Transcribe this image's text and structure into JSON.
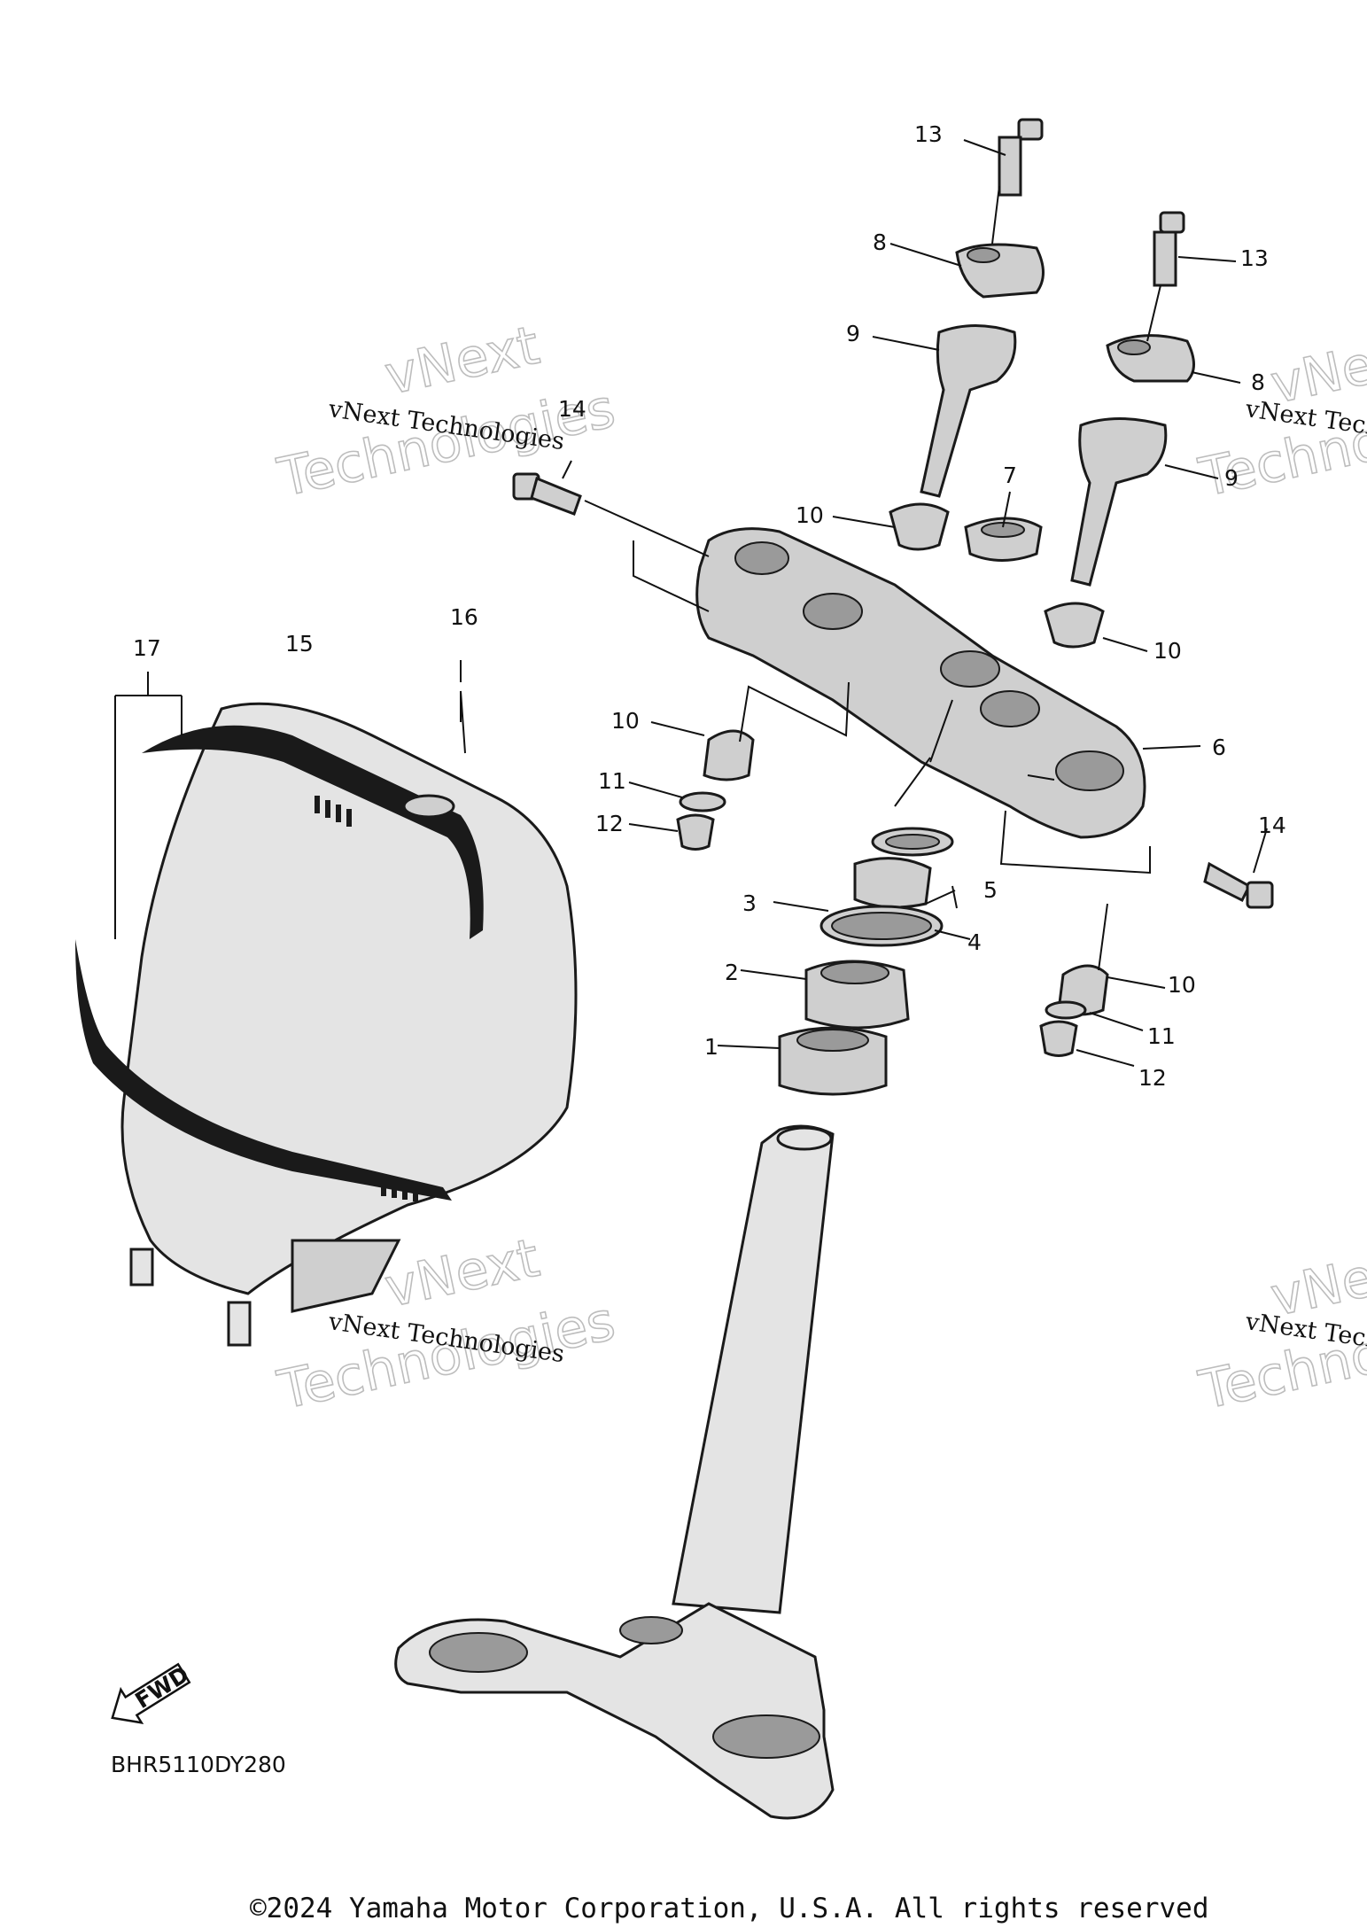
{
  "callouts": [
    "1",
    "2",
    "3",
    "4",
    "5",
    "6",
    "7",
    "8",
    "8",
    "9",
    "9",
    "10",
    "10",
    "10",
    "10",
    "11",
    "11",
    "12",
    "12",
    "13",
    "13",
    "14",
    "14",
    "15",
    "16",
    "17"
  ],
  "watermark": {
    "line1": "vNext",
    "line2": "Technologies",
    "caption": "vNext Technologies"
  },
  "fwd_label": "FWD",
  "diagram_code": "BHR5110DY280",
  "copyright": "©2024 Yamaha Motor Corporation, U.S.A. All rights reserved"
}
